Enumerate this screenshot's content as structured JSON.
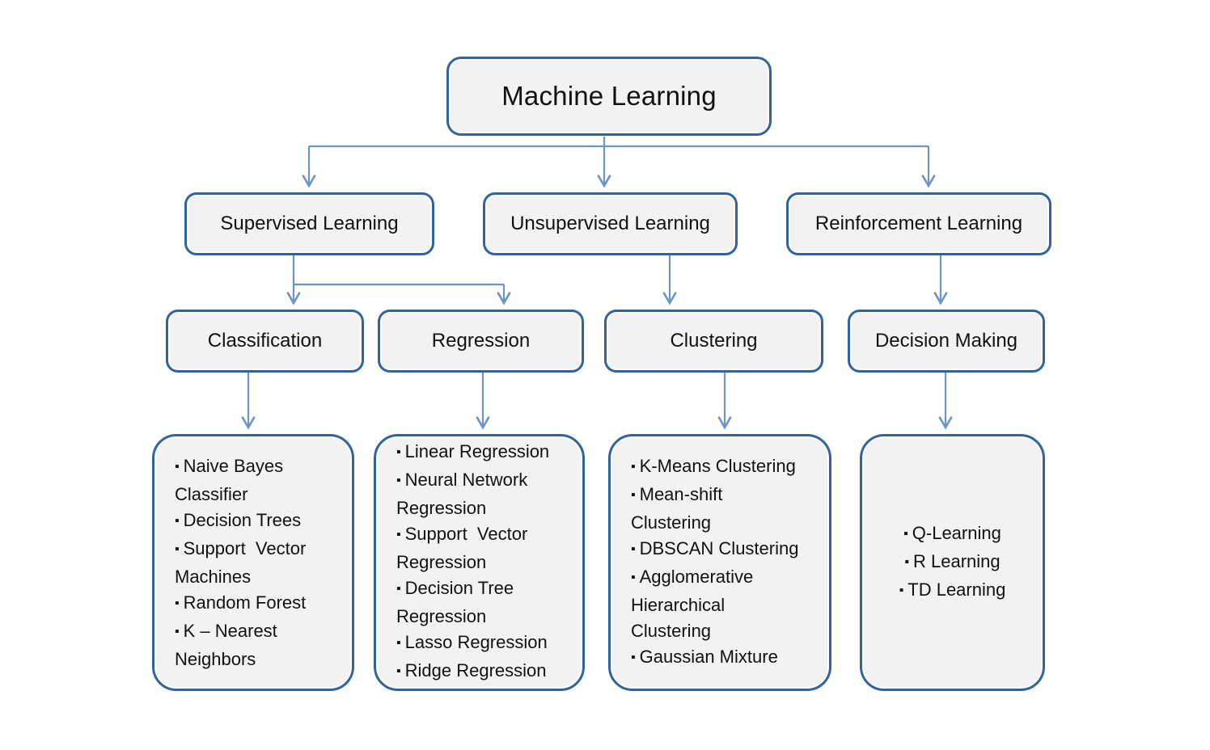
{
  "diagram": {
    "type": "tree",
    "bullet_char": "▪",
    "colors": {
      "node_border": "#31639c",
      "node_fill": "#f2f2f2",
      "connector": "#6b94c8",
      "text": "#111111"
    },
    "root": {
      "label": "Machine Learning"
    },
    "level2": {
      "supervised": {
        "label": "Supervised Learning"
      },
      "unsupervised": {
        "label": "Unsupervised Learning"
      },
      "reinforcement": {
        "label": "Reinforcement Learning"
      }
    },
    "level3": {
      "classification": {
        "label": "Classification"
      },
      "regression": {
        "label": "Regression"
      },
      "clustering": {
        "label": "Clustering"
      },
      "decision_making": {
        "label": "Decision Making"
      }
    },
    "level4": {
      "classification_methods": [
        "Naive Bayes\nClassifier",
        "Decision Trees",
        "Support  Vector\nMachines",
        "Random Forest",
        "K – Nearest\nNeighbors"
      ],
      "regression_methods": [
        "Linear Regression",
        "Neural Network\nRegression",
        "Support  Vector\nRegression",
        "Decision Tree\nRegression",
        "Lasso Regression",
        "Ridge Regression"
      ],
      "clustering_methods": [
        "K-Means Clustering",
        "Mean-shift\nClustering",
        "DBSCAN Clustering",
        "Agglomerative\nHierarchical\nClustering",
        "Gaussian Mixture"
      ],
      "decision_making_methods": [
        "Q-Learning",
        "R Learning",
        "TD Learning"
      ]
    }
  }
}
